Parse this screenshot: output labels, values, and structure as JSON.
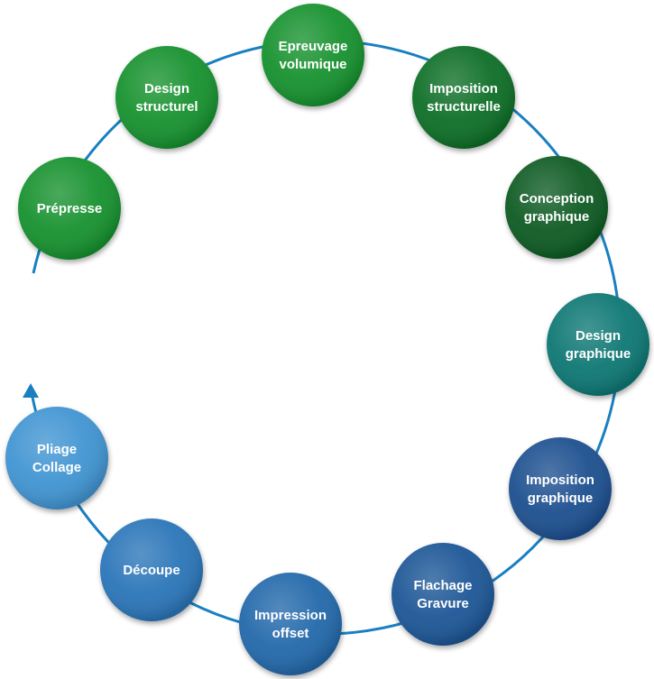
{
  "steps": [
    {
      "lines": [
        "Prépresse"
      ],
      "color": "#12912f"
    },
    {
      "lines": [
        "Design",
        "structurel"
      ],
      "color": "#12912f"
    },
    {
      "lines": [
        "Epreuvage",
        "volumique"
      ],
      "color": "#12912f"
    },
    {
      "lines": [
        "Imposition",
        "structurelle"
      ],
      "color": "#0d6e26"
    },
    {
      "lines": [
        "Conception",
        "graphique"
      ],
      "color": "#0a5a22"
    },
    {
      "lines": [
        "Design",
        "graphique"
      ],
      "color": "#0f7773"
    },
    {
      "lines": [
        "Imposition",
        "graphique"
      ],
      "color": "#1b4f8f"
    },
    {
      "lines": [
        "Flachage",
        "Gravure"
      ],
      "color": "#1f5796"
    },
    {
      "lines": [
        "Impression",
        "offset"
      ],
      "color": "#2467aa"
    },
    {
      "lines": [
        "Découpe"
      ],
      "color": "#2a74b8"
    },
    {
      "lines": [
        "Pliage",
        "Collage"
      ],
      "color": "#3f94d2"
    }
  ],
  "ring_color": "#1a7fc1"
}
